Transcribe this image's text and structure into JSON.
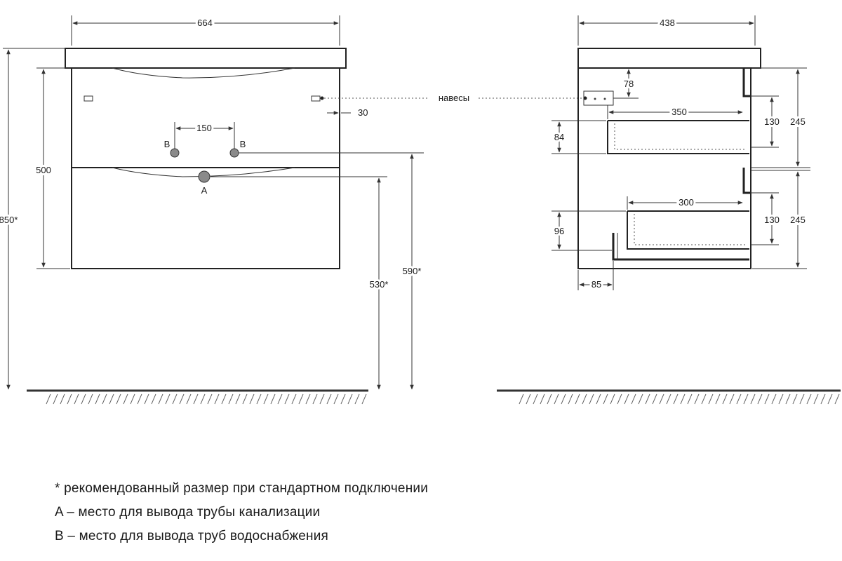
{
  "front_view": {
    "width": "664",
    "height_body": "500",
    "height_total": "850*",
    "pipe_spacing": "150",
    "label_b_left": "B",
    "label_b_right": "B",
    "label_a": "A",
    "hanger_offset": "30",
    "drain_height": "530*",
    "supply_height": "590*"
  },
  "side_view": {
    "depth": "438",
    "hanger_label": "навесы",
    "hanger_drop": "78",
    "upper_drawer_depth": "350",
    "upper_drawer_height": "84",
    "upper_section": "245",
    "upper_inner": "130",
    "lower_drawer_depth": "300",
    "lower_drawer_height": "96",
    "lower_section": "245",
    "lower_inner": "130",
    "front_offset": "85"
  },
  "notes": [
    "* рекомендованный размер при стандартном подключении",
    "A – место для вывода трубы канализации",
    "B – место для вывода труб водоснабжения"
  ]
}
